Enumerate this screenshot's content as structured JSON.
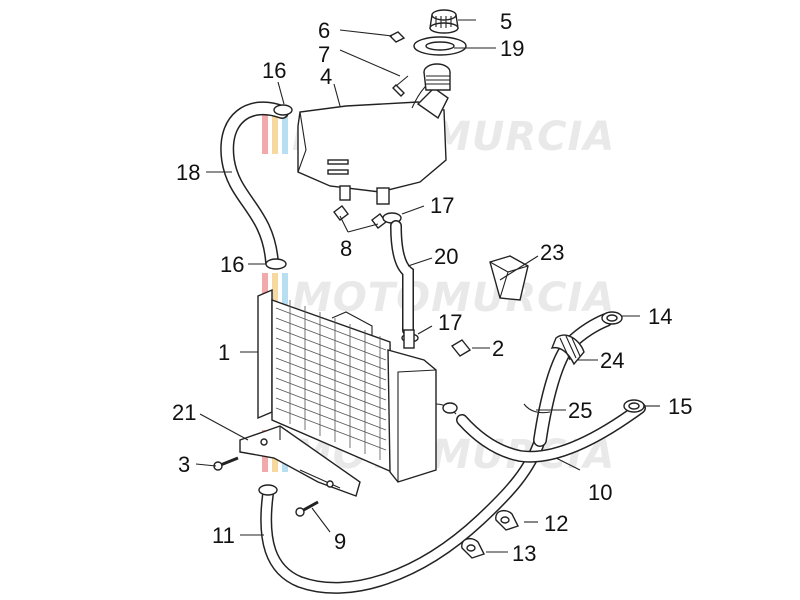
{
  "watermark": {
    "text": "MOTOMURCIA",
    "colors": [
      "#e87070",
      "#f2c060",
      "#88c8e8"
    ]
  },
  "callouts": {
    "p1": "1",
    "p2": "2",
    "p3": "3",
    "p4": "4",
    "p5": "5",
    "p6": "6",
    "p7": "7",
    "p8": "8",
    "p9": "9",
    "p10": "10",
    "p11": "11",
    "p12": "12",
    "p13": "13",
    "p14": "14",
    "p15": "15",
    "p16a": "16",
    "p16b": "16",
    "p17a": "17",
    "p17b": "17",
    "p18": "18",
    "p19": "19",
    "p20": "20",
    "p21": "21",
    "p23": "23",
    "p24": "24",
    "p25": "25"
  }
}
